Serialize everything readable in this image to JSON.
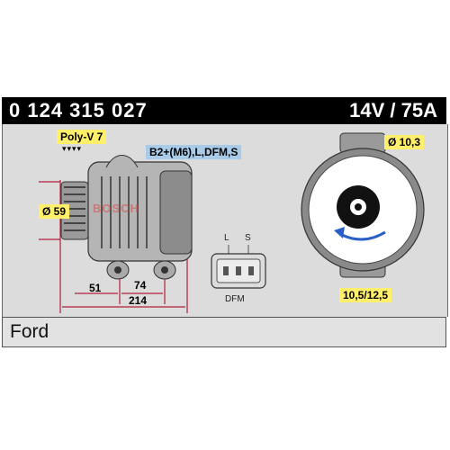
{
  "header": {
    "part_number": "0 124 315 027",
    "voltage_amperage": "14V / 75A"
  },
  "labels": {
    "pulley": "Poly-V 7",
    "terminals": "B2+(M6),L,DFM,S",
    "pulley_diameter": "Ø 59",
    "mount_diameter": "Ø 10,3",
    "mount_width": "10,5/12,5",
    "dim_a": "51",
    "dim_b": "74",
    "dim_c": "214",
    "watermark": "BOSCH"
  },
  "connector": {
    "pin_l": "L",
    "pin_s": "S",
    "name": "DFM"
  },
  "footer": {
    "brand": "Ford"
  },
  "colors": {
    "yellow_tag": "#ffef6a",
    "blue_tag": "#a7cbe8",
    "dimension_line": "#b0203a",
    "rotation_arrow": "#2a5fc7"
  }
}
